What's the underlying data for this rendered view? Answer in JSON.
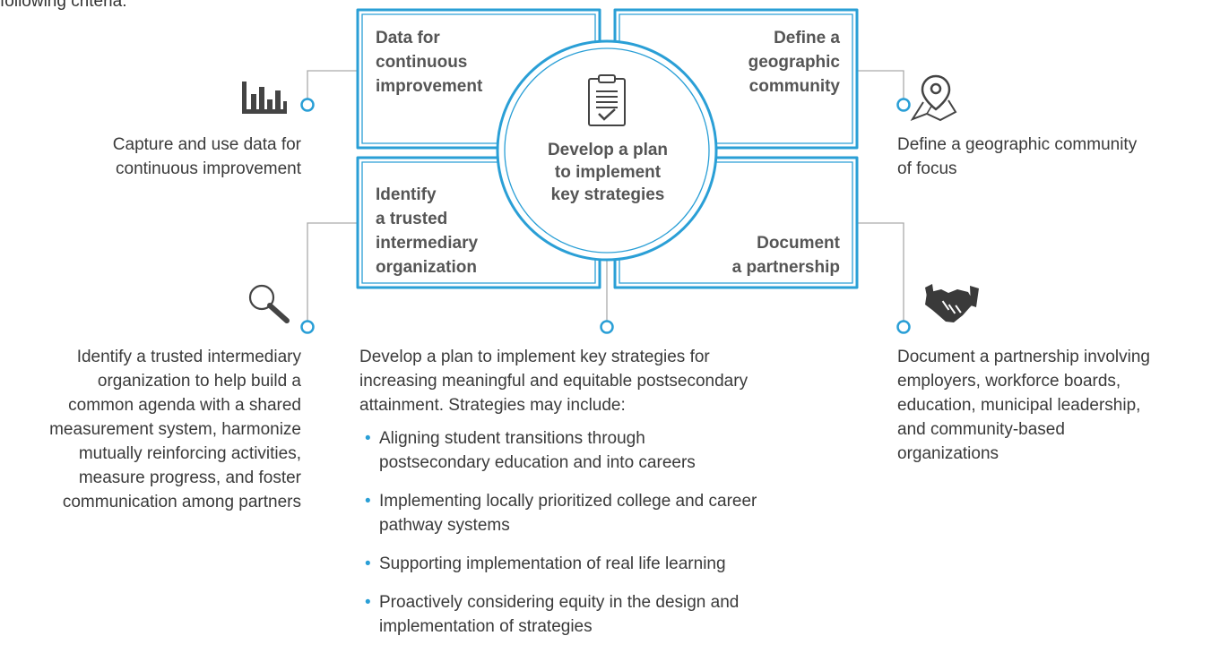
{
  "intro_fragment": "following criteria:",
  "center": {
    "label": "Develop a plan to implement key strategies",
    "icon": "clipboard-check-icon"
  },
  "quadrants": {
    "top_left": {
      "title": "Data for continuous improvement",
      "lines": [
        "Data for",
        "continuous",
        "improvement"
      ]
    },
    "top_right": {
      "title": "Define a geographic community",
      "lines": [
        "Define a",
        "geographic",
        "community"
      ]
    },
    "bottom_left": {
      "title": "Identify a trusted intermediary organization",
      "lines": [
        "Identify",
        "a trusted",
        "intermediary",
        "organization"
      ]
    },
    "bottom_right": {
      "title": "Document a partnership",
      "lines": [
        "Document",
        "a partnership"
      ]
    }
  },
  "callouts": {
    "data": {
      "icon": "bar-chart-icon",
      "lines": [
        "Capture and use data for",
        "continuous improvement"
      ]
    },
    "geography": {
      "icon": "map-pin-icon",
      "lines": [
        "Define a geographic community",
        "of focus"
      ]
    },
    "intermediary": {
      "icon": "magnifier-icon",
      "lines": [
        "Identify a trusted intermediary",
        "organization to help build a",
        "common agenda with a shared",
        "measurement system, harmonize",
        "mutually reinforcing activities,",
        "measure progress, and foster",
        "communication among partners"
      ]
    },
    "partnership": {
      "icon": "handshake-icon",
      "lines": [
        "Document a partnership involving",
        "employers, workforce boards,",
        "education, municipal leadership,",
        "and community-based",
        "organizations"
      ]
    },
    "plan": {
      "lines": [
        "Develop a plan to implement key strategies for",
        "increasing meaningful and equitable postsecondary",
        "attainment. Strategies may include:"
      ],
      "strategies": [
        {
          "lines": [
            "Aligning student transitions through",
            "postsecondary education and into careers"
          ]
        },
        {
          "lines": [
            "Implementing locally prioritized college and career",
            "pathway systems"
          ]
        },
        {
          "lines": [
            "Supporting implementation of real life learning"
          ]
        },
        {
          "lines": [
            "Proactively considering equity in the design and",
            "implementation of strategies"
          ]
        }
      ]
    }
  },
  "colors": {
    "accent": "#2a9fd6",
    "connector": "#aaaaaa",
    "title_text": "#555555",
    "body_text": "#3a3a3a"
  }
}
